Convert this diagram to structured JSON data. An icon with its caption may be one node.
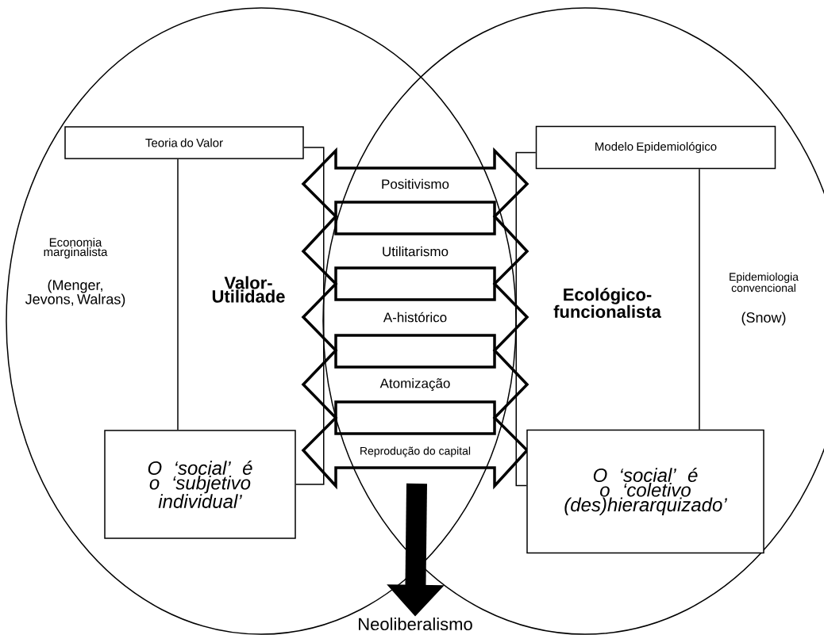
{
  "diagram": {
    "nodes": [
      {
        "text": [
          "Economia marginalista",
          "(Menger, Jevons, Walras)",
          "Valor-Utilidade"
        ]
      },
      {
        "text": [
          "Epidemiologia convencional",
          "(Snow)",
          "Ecológico-funcionalista"
        ]
      },
      {
        "text": [
          "Teoria do Valor"
        ],
        "in": 0
      },
      {
        "text": [
          "O ‘social’ é o ‘subjetivo individual’"
        ],
        "in": 0
      },
      {
        "text": [
          "Modelo Epidemiológico"
        ],
        "in": 1
      },
      {
        "text": [
          "O ‘social’ é o ‘coletivo (des)hierarquizado’"
        ],
        "in": 1
      },
      {
        "text": [
          "Neoliberalismo"
        ]
      }
    ],
    "edges": [
      {
        "from": 2,
        "to": 3,
        "arrow": "none"
      },
      {
        "from": 2,
        "to": 3,
        "arrow": "none"
      },
      {
        "from": 4,
        "to": 5,
        "arrow": "none"
      },
      {
        "from": 4,
        "to": 5,
        "arrow": "none"
      },
      {
        "from": null,
        "to": 6,
        "arrow": "to",
        "style": "thick"
      }
    ],
    "labels": [
      "Positivismo",
      "Utilitarismo",
      "A-histórico",
      "Atomização",
      "Reprodução do capital"
    ]
  }
}
